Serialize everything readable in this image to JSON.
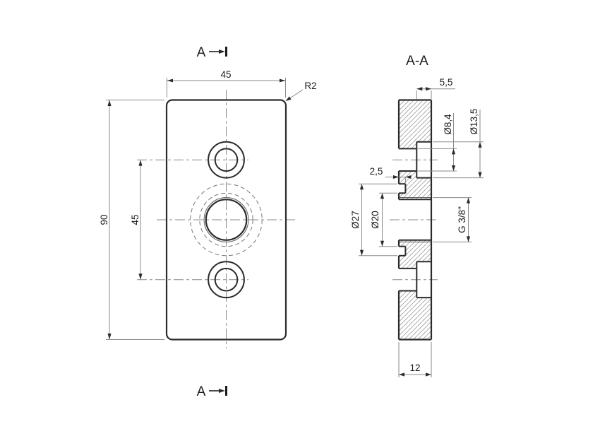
{
  "front_view": {
    "section_marker_top": "A",
    "section_marker_bottom": "A",
    "dim_width": "45",
    "dim_height": "90",
    "dim_hole_spacing": "45",
    "corner_radius_label": "R2"
  },
  "section_view": {
    "title": "A-A",
    "dim_counterbore_depth": "5,5",
    "dim_hole_diameter": "Ø8,4",
    "dim_counterbore_diameter": "Ø13,5",
    "dim_groove_depth": "2,5",
    "dim_groove_outer_diameter": "Ø27",
    "dim_groove_inner_diameter": "Ø20",
    "thread_label": "G 3/8\"",
    "dim_thickness": "12"
  },
  "colors": {
    "outline": "#2b2b2b",
    "thin_line": "#8a8a8a",
    "text": "#1b1b1b",
    "background": "#ffffff"
  }
}
